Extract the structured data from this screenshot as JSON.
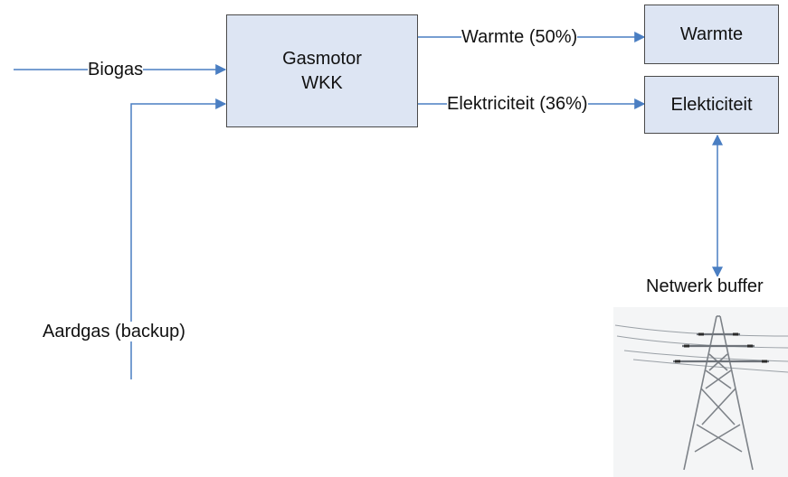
{
  "boxes": {
    "engine": {
      "line1": "Gasmotor",
      "line2": "WKK"
    },
    "heat": "Warmte",
    "electricity": "Elekticiteit"
  },
  "labels": {
    "biogas": "Biogas",
    "natural_gas": "Aardgas (backup)",
    "heat_flow": "Warmte (50%)",
    "electricity_flow": "Elektriciteit (36%)",
    "grid": "Netwerk buffer"
  },
  "colors": {
    "line": "#4a7ec2",
    "arrow": "#4a7ec2",
    "box_fill": "#dde5f3",
    "box_border": "#4a4a4a"
  },
  "icons": {
    "grid_image": "power-pylon-icon"
  }
}
